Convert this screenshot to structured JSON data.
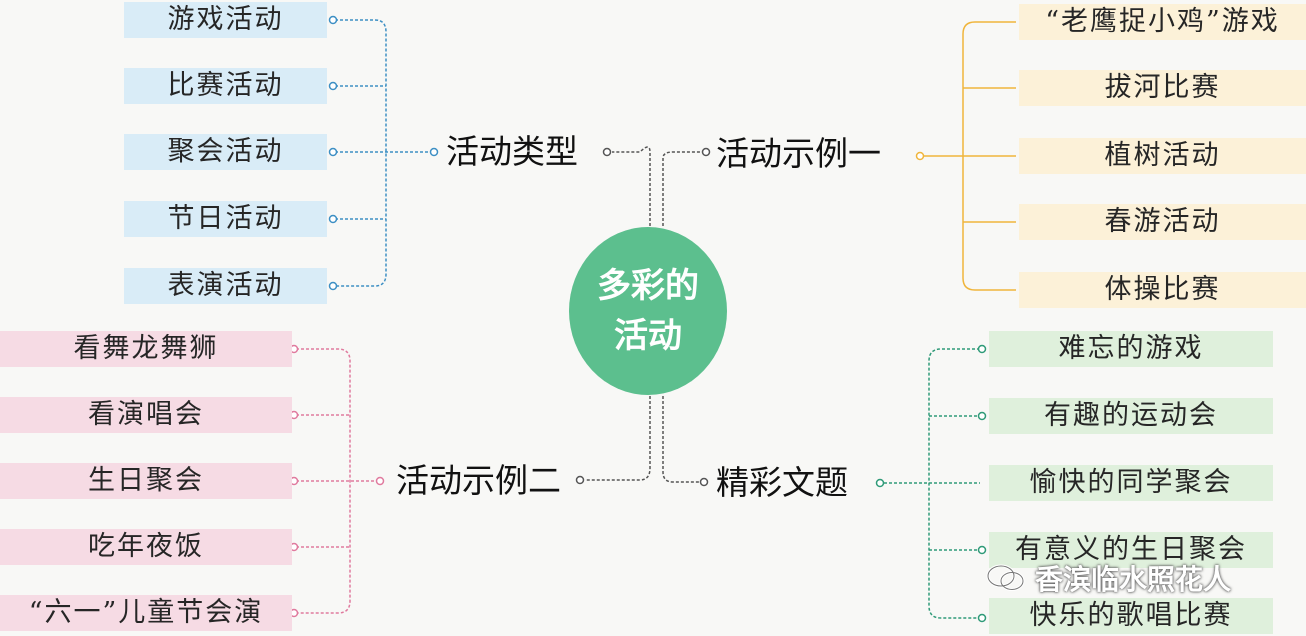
{
  "center": {
    "label": "多彩的活动"
  },
  "branches": {
    "types": {
      "label": "活动类型",
      "items": [
        "游戏活动",
        "比赛活动",
        "聚会活动",
        "节日活动",
        "表演活动"
      ]
    },
    "example1": {
      "label": "活动示例一",
      "items": [
        "“老鹰捉小鸡”游戏",
        "拔河比赛",
        "植树活动",
        "春游活动",
        "体操比赛"
      ]
    },
    "example2": {
      "label": "活动示例二",
      "items": [
        "看舞龙舞狮",
        "看演唱会",
        "生日聚会",
        "吃年夜饭",
        "“六一”儿童节会演"
      ]
    },
    "titles": {
      "label": "精彩文题",
      "items": [
        "难忘的游戏",
        "有趣的运动会",
        "愉快的同学聚会",
        "有意义的生日聚会",
        "快乐的歌唱比赛"
      ]
    }
  },
  "watermark": {
    "text": "香滨临水照花人",
    "icon": "wechat-icon"
  },
  "colors": {
    "center": "#5cbf8e",
    "blue": "#d9ecf7",
    "blue_line": "#3d8fc4",
    "yellow": "#fcf1d8",
    "yellow_line": "#f0b53c",
    "pink": "#f6dbe4",
    "pink_line": "#e07a9e",
    "green": "#dff0dc",
    "green_line": "#2f9a78",
    "trunk": "#555555"
  }
}
